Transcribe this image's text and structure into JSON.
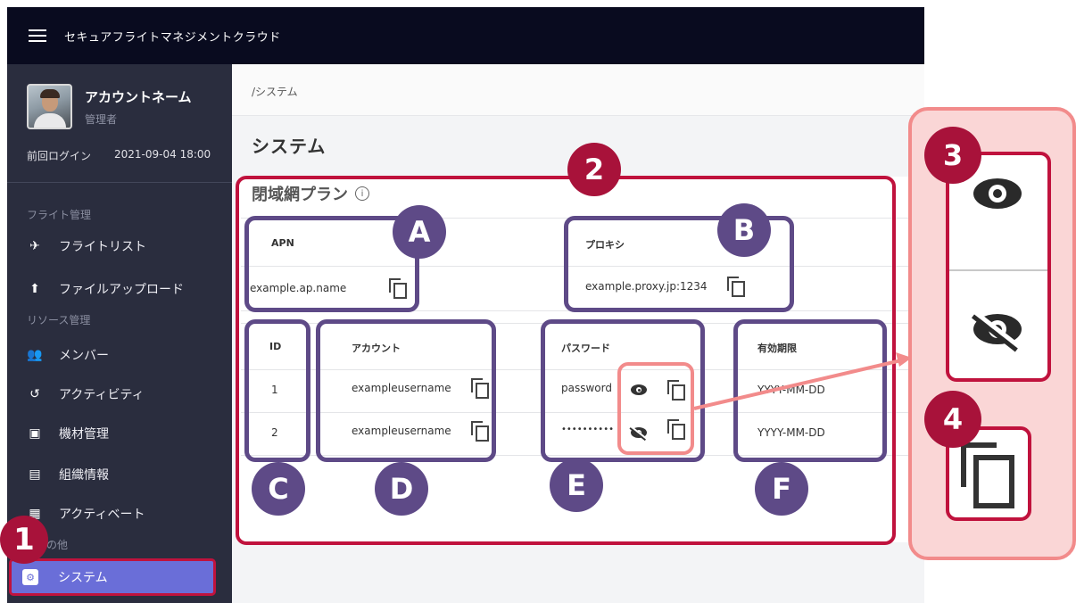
{
  "app": {
    "title": "セキュアフライトマネジメントクラウド"
  },
  "profile": {
    "name": "アカウントネーム",
    "role": "管理者",
    "last_login_label": "前回ログイン",
    "last_login_value": "2021-09-04 18:00"
  },
  "sidebar": {
    "section_flight": "フライト管理",
    "section_resource": "リソース管理",
    "section_other": "の他",
    "items": [
      {
        "label": "フライトリスト",
        "icon": "airplane-icon"
      },
      {
        "label": "ファイルアップロード",
        "icon": "upload-icon"
      },
      {
        "label": "メンバー",
        "icon": "members-icon"
      },
      {
        "label": "アクティビティ",
        "icon": "history-icon"
      },
      {
        "label": "機材管理",
        "icon": "clipboard-icon"
      },
      {
        "label": "組織情報",
        "icon": "organization-icon"
      },
      {
        "label": "アクティベート",
        "icon": "sim-card-icon"
      },
      {
        "label": "システム",
        "icon": "settings-icon"
      }
    ]
  },
  "breadcrumb": "/システム",
  "page_title": "システム",
  "plan": {
    "title": "閉域網プラン",
    "apn_header": "APN",
    "apn_value": "example.ap.name",
    "proxy_header": "プロキシ",
    "proxy_value": "example.proxy.jp:1234",
    "columns": {
      "id": "ID",
      "account": "アカウント",
      "password": "パスワード",
      "expiry": "有効期限"
    },
    "rows": [
      {
        "id": "1",
        "account": "exampleusername",
        "password": "password",
        "expiry": "YYYY-MM-DD"
      },
      {
        "id": "2",
        "account": "exampleusername",
        "password": "••••••••••",
        "expiry": "YYYY-MM-DD"
      }
    ]
  },
  "annotations": {
    "badge_1": "1",
    "badge_2": "2",
    "badge_3": "3",
    "badge_4": "4",
    "badge_a": "A",
    "badge_b": "B",
    "badge_c": "C",
    "badge_d": "D",
    "badge_e": "E",
    "badge_f": "F"
  },
  "colors": {
    "accent": "#6a6ed8",
    "annotation_red": "#c0123d",
    "annotation_purple": "#5e4a87",
    "annotation_pink": "#f28b8b",
    "topbar": "#090b1f",
    "sidebar": "#2a2d3e"
  }
}
